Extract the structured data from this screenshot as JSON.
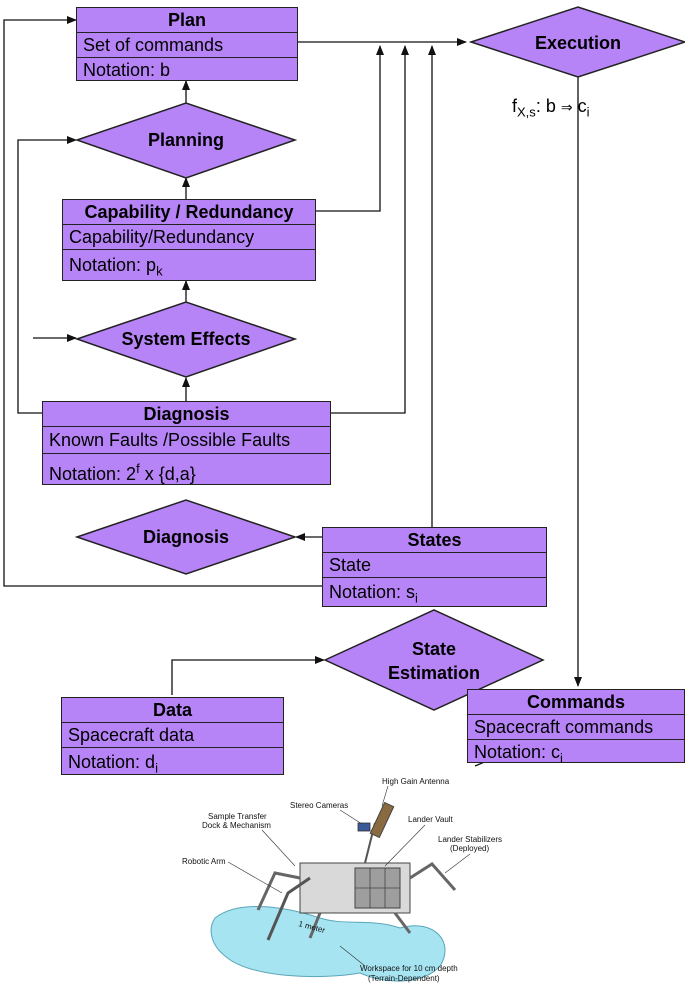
{
  "boxes": {
    "plan": {
      "title": "Plan",
      "rows": [
        "Set of commands",
        "Notation: b"
      ]
    },
    "capability": {
      "title": "Capability / Redundancy",
      "row1": "Capability/Redundancy",
      "notation_prefix": "Notation: p",
      "notation_sub": "k"
    },
    "diagnosis": {
      "title": "Diagnosis",
      "row1": "Known Faults /Possible Faults",
      "notation_prefix": "Notation: 2",
      "notation_sup": "f",
      "notation_suffix": " x {d,a}"
    },
    "states": {
      "title": "States",
      "row1": "State",
      "notation_prefix": "Notation: s",
      "notation_sub": "i"
    },
    "data": {
      "title": "Data",
      "row1": "Spacecraft data",
      "notation_prefix": "Notation: d",
      "notation_sub": "i"
    },
    "commands": {
      "title": "Commands",
      "row1": "Spacecraft commands",
      "notation_prefix": "Notation: c",
      "notation_sub": "i"
    }
  },
  "diamonds": {
    "execution": "Execution",
    "planning": "Planning",
    "system_effects": "System Effects",
    "diagnosis": "Diagnosis",
    "state_estimation_1": "State",
    "state_estimation_2": "Estimation"
  },
  "equation": {
    "f": "f",
    "sub": "X,s",
    "rest": ": b ",
    "arrow": "⇒",
    "c": " c",
    "c_sub": "i"
  },
  "illustration": {
    "labels": {
      "antenna": "High Gain Antenna",
      "cameras": "Stereo Cameras",
      "dock1": "Sample Transfer",
      "dock2": "Dock & Mechanism",
      "vault": "Lander Vault",
      "stab1": "Lander Stabilizers",
      "stab2": "(Deployed)",
      "arm": "Robotic Arm",
      "meter": "1 meter",
      "ws1": "Workspace for 10 cm depth",
      "ws2": "(Terrain-Dependent)"
    }
  },
  "colors": {
    "fill": "#b784f7",
    "stroke": "#222222",
    "surface": "#a6e4f2"
  }
}
